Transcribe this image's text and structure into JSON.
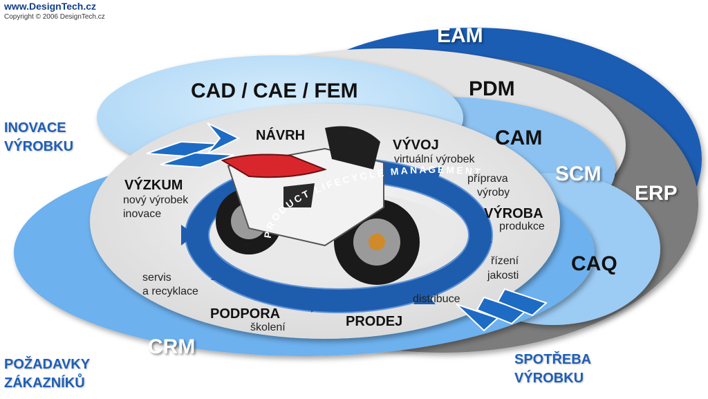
{
  "branding": {
    "url": "www.DesignTech.cz",
    "copyright": "Copyright © 2006 DesignTech.cz"
  },
  "ellipses": {
    "eam": "EAM",
    "pdm": "PDM",
    "erp": "ERP",
    "cad": "CAD / CAE / FEM",
    "cam": "CAM",
    "scm": "SCM",
    "caq": "CAQ",
    "crm": "CRM"
  },
  "stages": {
    "navrh": "NÁVRH",
    "vyvoj": "VÝVOJ",
    "vyvoj_sub": "virtuální výrobek",
    "priprava_line1": "příprava",
    "priprava_line2": "výroby",
    "vyroba": "VÝROBA",
    "vyroba_sub": "produkce",
    "rizeni_line1": "řízení",
    "rizeni_line2": "jakosti",
    "distribuce": "distribuce",
    "prodej": "PRODEJ",
    "podpora": "PODPORA",
    "podpora_sub": "školení",
    "servis_line1": "servis",
    "servis_line2": "a recyklace",
    "vyzkum": "VÝZKUM",
    "vyzkum_sub1": "nový výrobek",
    "vyzkum_sub2": "inovace"
  },
  "side_labels": {
    "inovace_line1": "INOVACE",
    "inovace_line2": "VÝROBKU",
    "pozadavky_line1": "POŽADAVKY",
    "pozadavky_line2": "ZÁKAZNÍKŮ",
    "spotreba_line1": "SPOTŘEBA",
    "spotreba_line2": "VÝROBKU"
  },
  "ring_text": "PRODUCT LIFECYCLE MANAGEMENT",
  "colors": {
    "eam_blue": "#1b5db4",
    "erp_gray": "#7b7b7b",
    "pdm_light": "#e3e3e3",
    "cam_blue": "#9ccbf4",
    "crm_blue": "#6db1ee",
    "cad_blue": "#bcdff8",
    "inner_gray": "#e6e6e6",
    "ring_blue": "#1e5cae",
    "side_text": "#1f5fb5"
  }
}
